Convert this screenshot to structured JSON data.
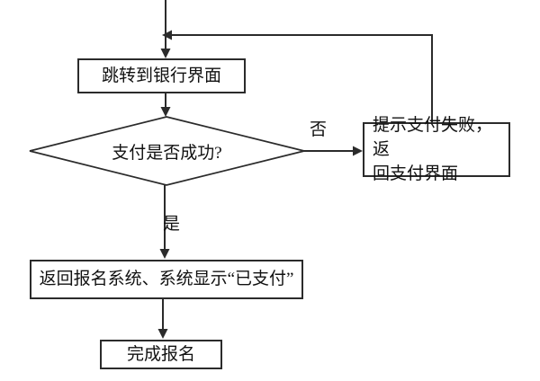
{
  "flowchart": {
    "nodes": {
      "jump_bank": {
        "label": "跳转到银行界面"
      },
      "decision": {
        "label": "支付是否成功?"
      },
      "fail": {
        "lines": [
          "提示支付失败，返",
          "回支付界面"
        ]
      },
      "return_reg": {
        "label": "返回报名系统、系统显示“已支付”"
      },
      "complete": {
        "label": "完成报名"
      }
    },
    "edge_labels": {
      "no": "否",
      "yes": "是"
    },
    "colors": {
      "line": "#2b2b2b",
      "background": "#ffffff",
      "text": "#111111"
    }
  }
}
